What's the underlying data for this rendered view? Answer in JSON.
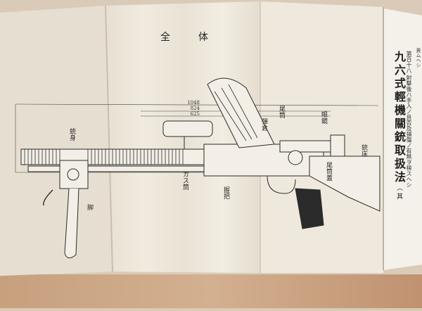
{
  "diagram": {
    "title": "全体",
    "dimensions": [
      "1048",
      "824",
      "625"
    ],
    "part_labels": {
      "barrel": "銃身",
      "gas_cylinder": "ガス筒",
      "bipod": "脚",
      "magazine": "彈倉",
      "rear_sight": "尾筒",
      "scope": "眼鏡",
      "receiver_cover": "尾筒蓋",
      "stock": "銃床",
      "grip": "握把"
    }
  },
  "side_page": {
    "heading": "九六式輕機關銃取扱法",
    "heading_suffix": "（其",
    "notes": [
      "第百十八",
      "射撃後ハ手入ノ良否及損傷ノ有無ヲ検スヘシ",
      "責ムヘシ"
    ]
  },
  "colors": {
    "paper": "#efe9dc",
    "ink": "#2b2b2b",
    "background": "#d9cbb8",
    "table_wood": "#c9a27f",
    "right_page": "#f3efe6"
  }
}
